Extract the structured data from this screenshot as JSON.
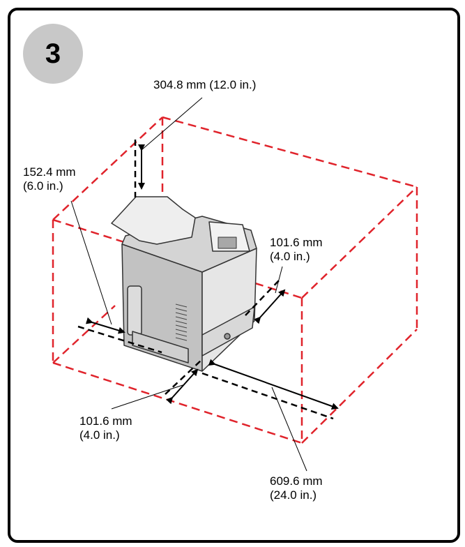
{
  "step": {
    "number": "3",
    "badge_color": "#c8c8c8"
  },
  "colors": {
    "box_dashes": "#e0232b",
    "arrows": "#000000"
  },
  "dimensions": {
    "top": {
      "mm": "304.8 mm (12.0 in.)"
    },
    "left": {
      "mm": "152.4 mm",
      "in": "(6.0 in.)"
    },
    "right": {
      "mm": "101.6 mm",
      "in": "(4.0 in.)"
    },
    "front": {
      "mm": "101.6 mm",
      "in": "(4.0 in.)"
    },
    "rear": {
      "mm": "609.6 mm",
      "in": "(24.0 in.)"
    }
  },
  "illustration": {
    "device": "printer-icon"
  }
}
